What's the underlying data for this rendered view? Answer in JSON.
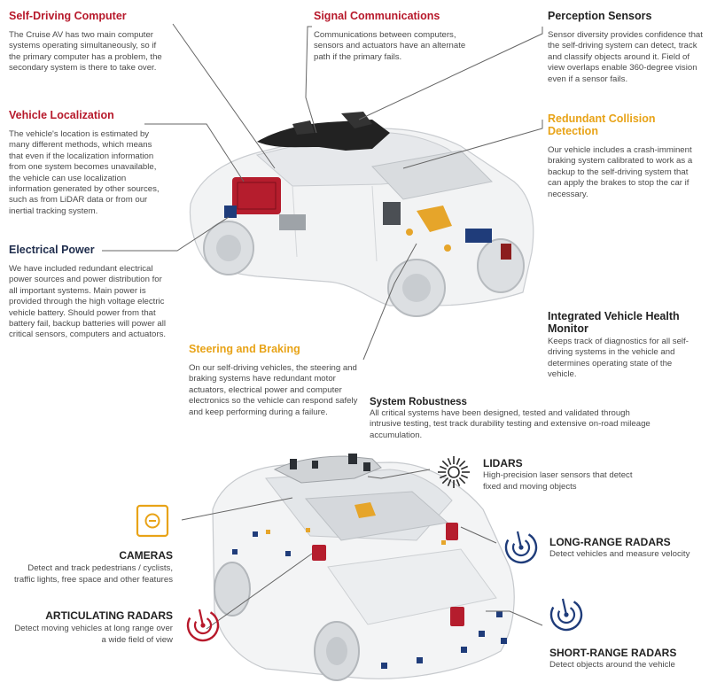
{
  "top": {
    "self_driving": {
      "title": "Self-Driving Computer",
      "body": "The Cruise AV has two main computer systems operating simultaneously, so if the primary computer has a problem, the secondary system is there to take over."
    },
    "signal": {
      "title": "Signal Communications",
      "body": "Communications between computers, sensors and actuators have an alternate path if the primary fails."
    },
    "perception": {
      "title": "Perception Sensors",
      "body": "Sensor diversity provides confidence that the self-driving system can detect, track and classify objects around it. Field of view overlaps enable 360-degree vision even if a sensor fails."
    },
    "localization": {
      "title": "Vehicle Localization",
      "body": "The vehicle's location is estimated by many different methods, which means that even if the localization information from one system becomes unavailable, the vehicle can use localization information generated by other sources, such as from LiDAR data or from our inertial tracking system."
    },
    "collision": {
      "title": "Redundant Collision Detection",
      "body": "Our vehicle includes a crash-imminent braking system calibrated to work as a backup to the self-driving system that can apply the brakes to stop the car if necessary."
    },
    "electrical": {
      "title": "Electrical Power",
      "body": "We have included redundant electrical power sources and power distribution for all important systems. Main power is provided through the high voltage electric vehicle battery. Should power from that battery fail, backup batteries will power all critical sensors, computers and actuators."
    },
    "health": {
      "title": "Integrated Vehicle Health Monitor",
      "body": "Keeps track of diagnostics for all self-driving systems in the vehicle and determines operating state of the vehicle."
    },
    "steering": {
      "title": "Steering and Braking",
      "body": "On our self-driving vehicles, the steering and braking systems have redundant motor actuators, electrical power and computer electronics so the vehicle can respond safely and keep performing during a failure."
    },
    "robustness": {
      "title": "System Robustness",
      "body": "All critical systems have been designed, tested and validated through intrusive testing, test track durability testing and extensive on-road mileage accumulation."
    }
  },
  "bottom": {
    "lidars": {
      "title": "LIDARS",
      "body": "High-precision laser sensors that detect fixed and moving objects",
      "icon": "lidar-icon"
    },
    "cameras": {
      "title": "CAMERAS",
      "body": "Detect and track pedestrians / cyclists, traffic lights, free space and other features",
      "icon": "camera-icon"
    },
    "long_range": {
      "title": "LONG-RANGE RADARS",
      "body": "Detect vehicles and measure velocity",
      "icon": "long-range-radar-icon"
    },
    "articulating": {
      "title": "ARTICULATING RADARS",
      "body": "Detect moving vehicles at long range over a wide field of view",
      "icon": "articulating-radar-icon"
    },
    "short_range": {
      "title": "SHORT-RANGE RADARS",
      "body": "Detect objects around the vehicle",
      "icon": "short-range-radar-icon"
    }
  },
  "colors": {
    "red": "#b7192b",
    "orange": "#e8a317",
    "navy": "#1f3c7a",
    "text": "#4a4a4a"
  }
}
